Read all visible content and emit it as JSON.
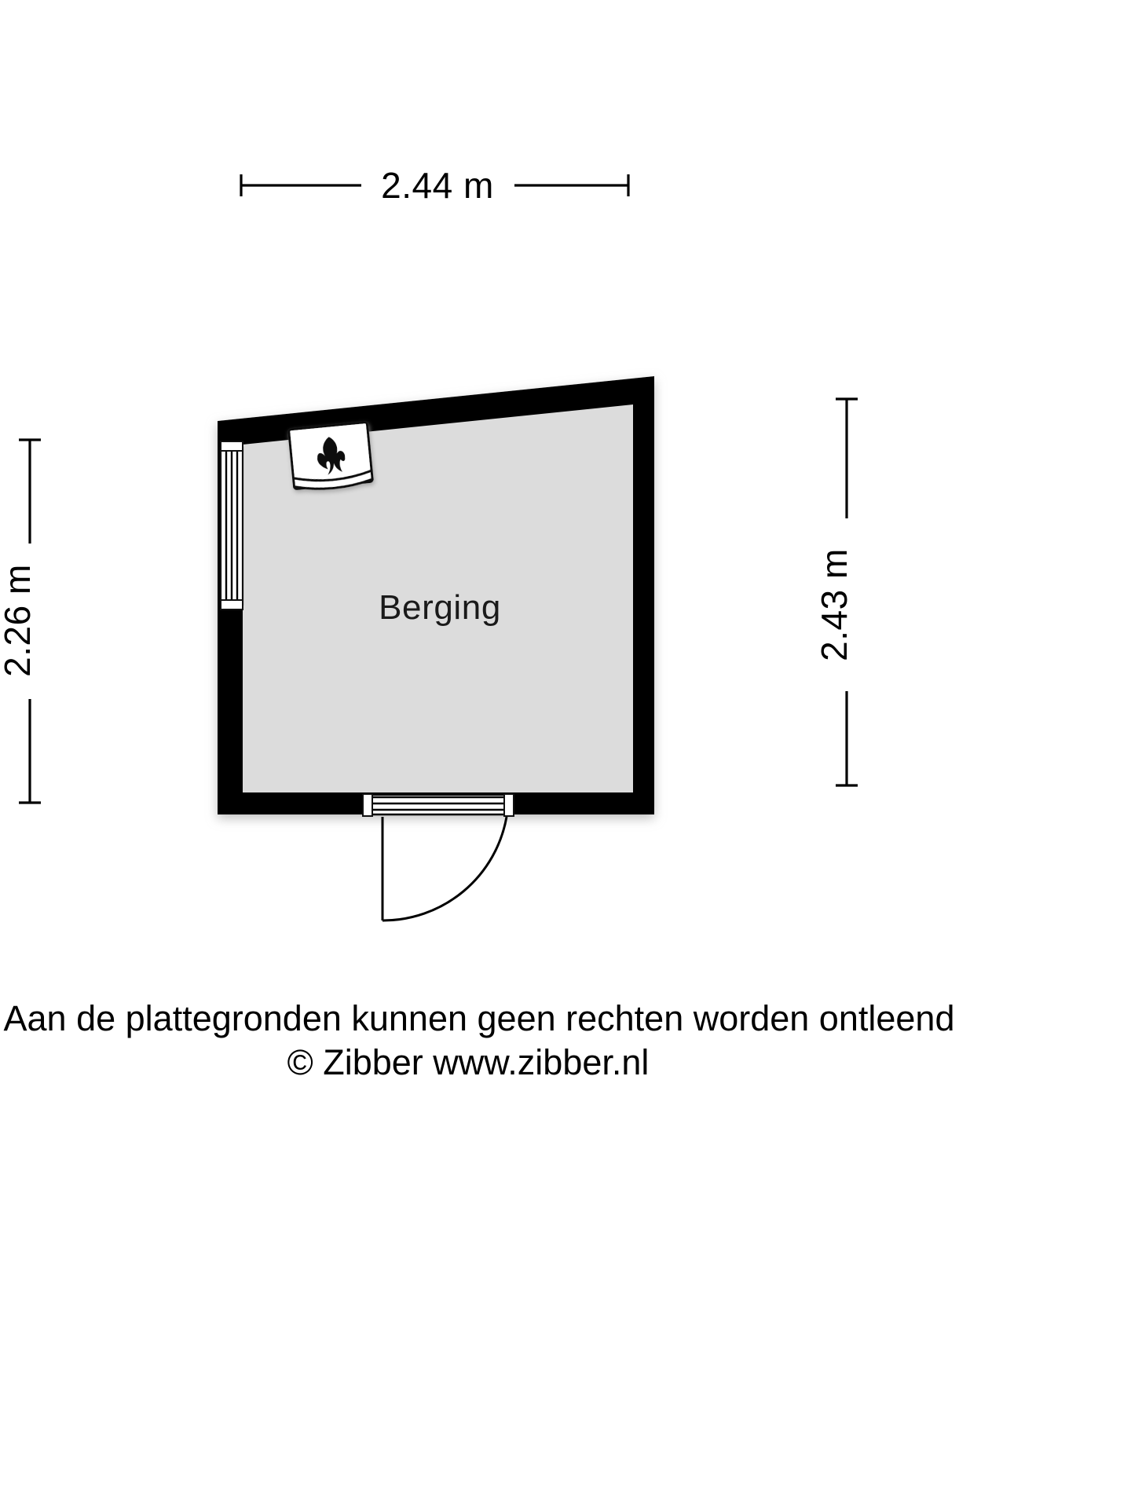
{
  "document": {
    "type": "floor-plan",
    "title": "Berging plattegrond"
  },
  "dimensions": {
    "top": {
      "label": "2.44 m",
      "orientation": "horizontal"
    },
    "left": {
      "label": "2.26 m",
      "orientation": "vertical"
    },
    "right": {
      "label": "2.43 m",
      "orientation": "vertical"
    }
  },
  "rooms": [
    {
      "name": "Berging",
      "label": "Berging",
      "fill_color": "#dcdcdc",
      "wall_color": "#000000"
    }
  ],
  "features": [
    {
      "name": "window",
      "wall": "left",
      "type": "window"
    },
    {
      "name": "door",
      "wall": "bottom",
      "type": "swing-door",
      "swing": "outward-left"
    },
    {
      "name": "boiler",
      "wall": "top",
      "type": "water-heater-fixture"
    }
  ],
  "caption": {
    "line1": "Aan de plattegronden kunnen geen rechten worden ontleend",
    "line2": "© Zibber www.zibber.nl"
  },
  "colors": {
    "background": "#ffffff",
    "floor": "#dcdcdc",
    "wall": "#000000",
    "text": "#000000"
  }
}
